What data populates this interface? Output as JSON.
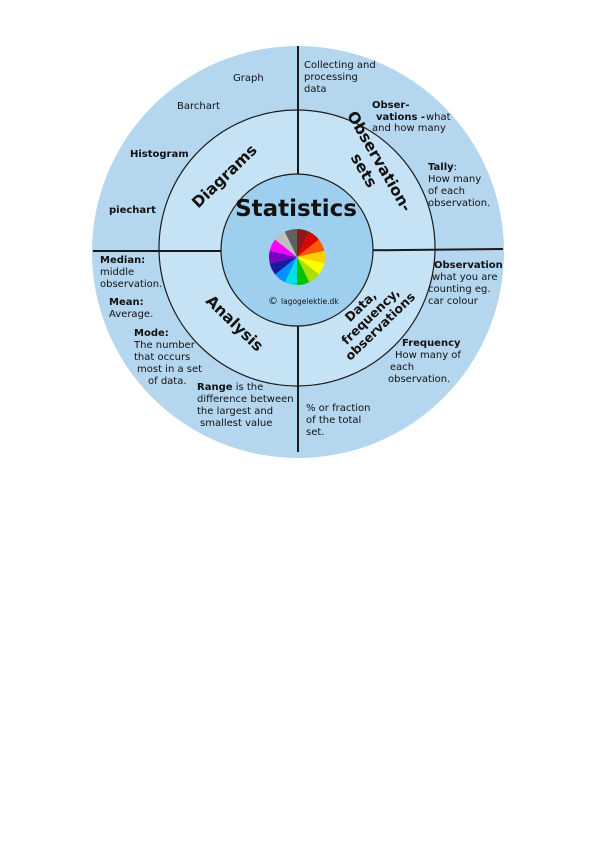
{
  "center": {
    "title": "Statistics",
    "copyright_symbol": "©",
    "copyright_text": "lagogelektie.dk",
    "palette": [
      "#8b1a1a",
      "#e00000",
      "#ff5a00",
      "#ffd000",
      "#ffff00",
      "#a8e000",
      "#00c000",
      "#00e0e0",
      "#0090ff",
      "#1a1aa0",
      "#7a00c0",
      "#ff00ff",
      "#c0c0c0",
      "#606060"
    ]
  },
  "quadrants": {
    "diagrams": {
      "heading": "Diagrams",
      "items": [
        "Graph",
        "Barchart",
        "Histogram",
        "piechart"
      ]
    },
    "observation_sets": {
      "heading_line1": "Observation-",
      "heading_line2": "sets",
      "collecting": [
        "Collecting and",
        "processing",
        "data"
      ],
      "observations_term1": "Obser-",
      "observations_term2": "vations -",
      "observations_desc1": "what",
      "observations_desc2": "and how many",
      "tally_term": "Tally",
      "tally_colon": ":",
      "tally_desc": [
        "How many",
        "of each",
        "observation."
      ]
    },
    "data_frequency": {
      "heading_line1": "Data,",
      "heading_line2": "frequency,",
      "heading_line3": "observations",
      "observation_term": "Observation",
      "observation_desc": [
        "what you are",
        "counting eg.",
        "car colour"
      ],
      "frequency_term": "Frequency",
      "frequency_desc": [
        "How many of",
        "each",
        "observation."
      ],
      "fraction": [
        "% or fraction",
        "of the total",
        "set."
      ]
    },
    "analysis": {
      "heading": "Analysis",
      "median_term": "Median:",
      "median_desc": [
        "middle",
        "observation."
      ],
      "mean_term": "Mean:",
      "mean_desc": "Average.",
      "mode_term": "Mode:",
      "mode_desc": [
        "The number",
        "that occurs",
        "most in a set",
        "of data."
      ],
      "range_term": "Range",
      "range_desc1": " is the",
      "range_desc2": [
        "difference between",
        "the largest and",
        "smallest value"
      ]
    }
  }
}
